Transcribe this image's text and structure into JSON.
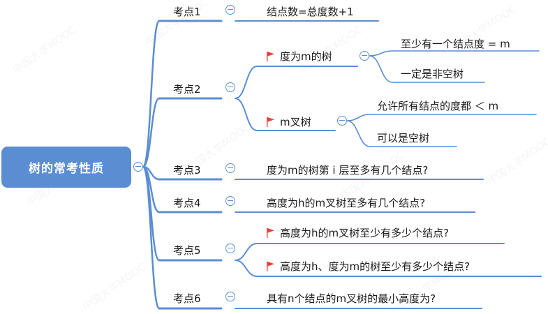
{
  "root": {
    "label": "树的常考性质"
  },
  "points": [
    {
      "id": "p1",
      "label": "考点1",
      "children": [
        {
          "label": "结点数=总度数+1"
        }
      ]
    },
    {
      "id": "p2",
      "label": "考点2",
      "children": [
        {
          "label": "度为m的树",
          "flag": true,
          "children": [
            {
              "label": "至少有一个结点度 = m"
            },
            {
              "label": "一定是非空树"
            }
          ]
        },
        {
          "label": "m叉树",
          "flag": true,
          "children": [
            {
              "label": "允许所有结点的度都 ＜ m"
            },
            {
              "label": "可以是空树"
            }
          ]
        }
      ]
    },
    {
      "id": "p3",
      "label": "考点3",
      "children": [
        {
          "label": "度为m的树第 i 层至多有几个结点?"
        }
      ]
    },
    {
      "id": "p4",
      "label": "考点4",
      "children": [
        {
          "label": "高度为h的m叉树至多有几个结点?"
        }
      ]
    },
    {
      "id": "p5",
      "label": "考点5",
      "children": [
        {
          "label": "高度为h的m叉树至少有多少个结点?",
          "flag": true
        },
        {
          "label": "高度为h、度为m的树至少有多少个结点?",
          "flag": true
        }
      ]
    },
    {
      "id": "p6",
      "label": "考点6",
      "children": [
        {
          "label": "具有n个结点的m叉树的最小高度为?"
        }
      ]
    }
  ],
  "watermark": "中国大学MOOC",
  "colors": {
    "accent": "#5b8dd2",
    "flag": "#e8413c"
  },
  "icons": {
    "collapse": "minus-circle-icon",
    "flag": "red-flag-icon"
  }
}
